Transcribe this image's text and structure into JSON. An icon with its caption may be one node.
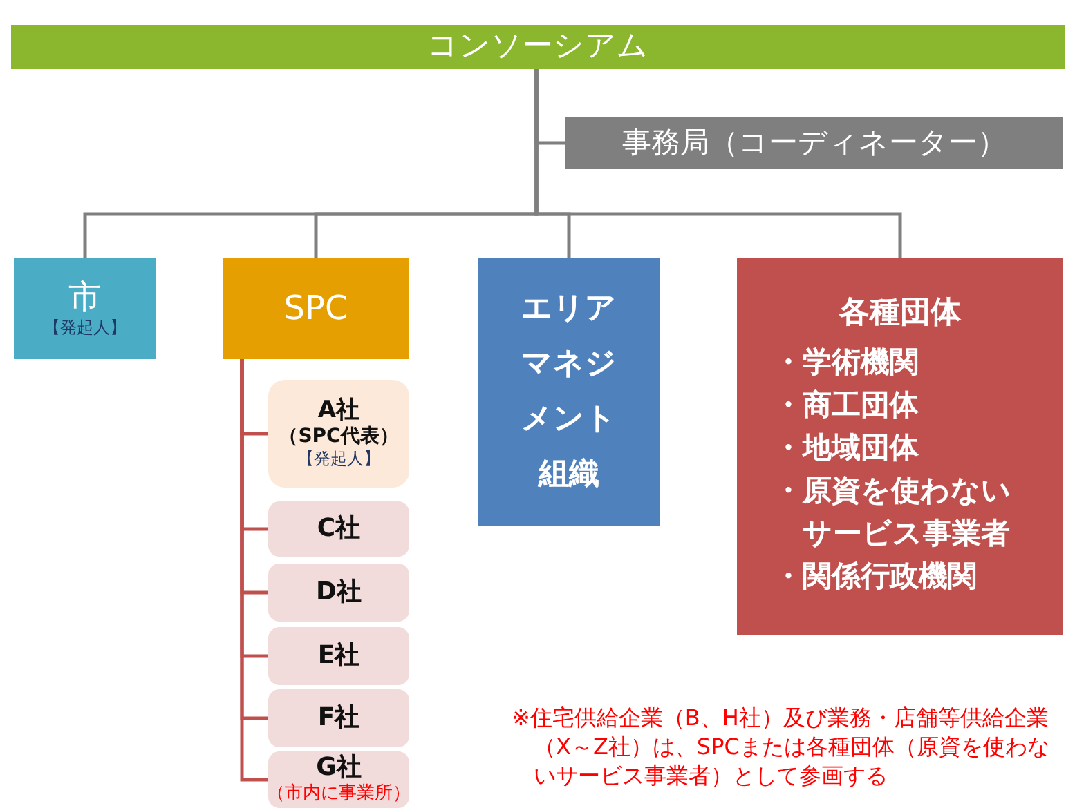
{
  "diagram": {
    "nodes": [
      {
        "text": [
          "コンソーシアム"
        ]
      },
      {
        "text": [
          "事務局（コーディネーター）"
        ]
      },
      {
        "text": [
          "市",
          "【発起人】"
        ]
      },
      {
        "text": [
          "SPC"
        ]
      },
      {
        "text": [
          "エリアマネジメント組織"
        ]
      },
      {
        "text": [
          "各種団体",
          "・学術機関",
          "・商工団体",
          "・地域団体",
          "・原資を使わないサービス事業者",
          "・関係行政機関"
        ]
      },
      {
        "text": [
          "A社",
          "（SPC代表）",
          "【発起人】"
        ]
      },
      {
        "text": [
          "C社"
        ]
      },
      {
        "text": [
          "D社"
        ]
      },
      {
        "text": [
          "E社"
        ]
      },
      {
        "text": [
          "F社"
        ]
      },
      {
        "text": [
          "G社",
          "（市内に事業所）"
        ]
      }
    ],
    "edges": [
      {
        "from": 0,
        "to": 1,
        "arrow": "none",
        "color": "#7f7f7f"
      },
      {
        "from": 0,
        "to": 2,
        "arrow": "none",
        "color": "#7f7f7f"
      },
      {
        "from": 0,
        "to": 3,
        "arrow": "none",
        "color": "#7f7f7f"
      },
      {
        "from": 0,
        "to": 4,
        "arrow": "none",
        "color": "#7f7f7f"
      },
      {
        "from": 0,
        "to": 5,
        "arrow": "none",
        "color": "#7f7f7f"
      },
      {
        "from": 3,
        "to": 6,
        "arrow": "none",
        "color": "#c0504d"
      },
      {
        "from": 3,
        "to": 7,
        "arrow": "none",
        "color": "#c0504d"
      },
      {
        "from": 3,
        "to": 8,
        "arrow": "none",
        "color": "#c0504d"
      },
      {
        "from": 3,
        "to": 9,
        "arrow": "none",
        "color": "#c0504d"
      },
      {
        "from": 3,
        "to": 10,
        "arrow": "none",
        "color": "#c0504d"
      },
      {
        "from": 3,
        "to": 11,
        "arrow": "none",
        "color": "#c0504d"
      }
    ],
    "labels": [
      "※住宅供給企業（B、H社）及び業務・店舗等供給企業（X～Z社）は、SPCまたは各種団体（原資を使わないサービス事業者）として参画する"
    ]
  }
}
